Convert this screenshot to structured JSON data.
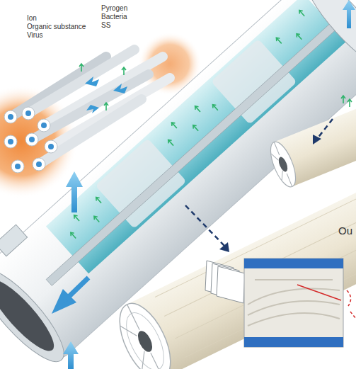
{
  "diagram": {
    "labels": [
      "Ion",
      "Organic substance",
      "Virus",
      "Pyrogen",
      "Bacteria",
      "SS",
      "Ou"
    ]
  }
}
